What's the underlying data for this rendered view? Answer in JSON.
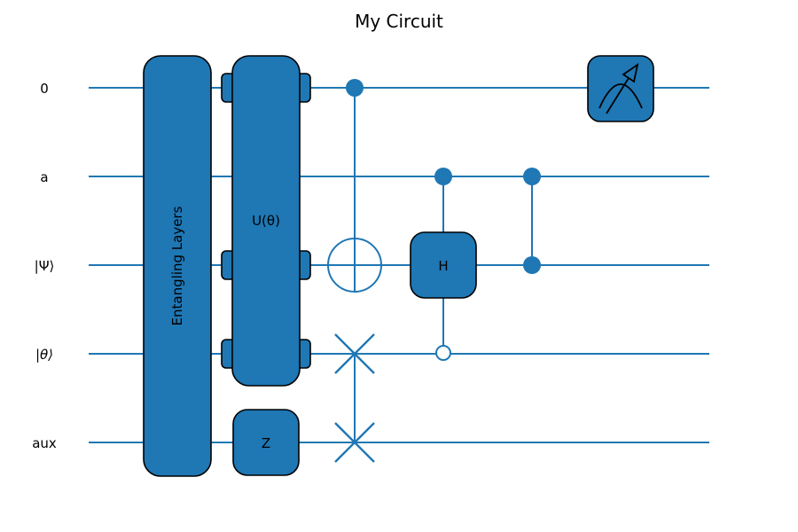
{
  "figure": {
    "title": "My Circuit"
  },
  "colors": {
    "wire": "#1f77b4",
    "gate_fill": "#1f77b4",
    "gate_border": "#000000",
    "open_control_fill": "#ffffff",
    "text": "#000000",
    "background": "#ffffff"
  },
  "wires": [
    {
      "label": "0"
    },
    {
      "label": "a"
    },
    {
      "label": "|Ψ⟩"
    },
    {
      "label": "|θ⟩"
    },
    {
      "label": "aux"
    }
  ],
  "gates": {
    "entangling": {
      "type": "multi-qubit-box",
      "label": "Entangling Layers",
      "wires": [
        "0",
        "a",
        "|Ψ⟩",
        "|θ⟩",
        "aux"
      ]
    },
    "unitary": {
      "type": "multi-qubit-box",
      "label": "U(θ)",
      "wires": [
        "0",
        "|Ψ⟩",
        "|θ⟩"
      ]
    },
    "z": {
      "type": "single-qubit-box",
      "label": "Z",
      "wires": [
        "aux"
      ]
    },
    "cnot": {
      "type": "CNOT",
      "control": "0",
      "target": "|Ψ⟩"
    },
    "controlled_h": {
      "type": "controlled-H",
      "label": "H",
      "target": "|Ψ⟩",
      "controls": [
        {
          "wire": "a",
          "state": "filled"
        },
        {
          "wire": "|θ⟩",
          "state": "open"
        }
      ]
    },
    "cz": {
      "type": "CZ",
      "wires": [
        "a",
        "|Ψ⟩"
      ]
    },
    "swap": {
      "type": "SWAP",
      "wires": [
        "|θ⟩",
        "aux"
      ]
    },
    "measurement": {
      "type": "measure",
      "wire": "0"
    }
  }
}
